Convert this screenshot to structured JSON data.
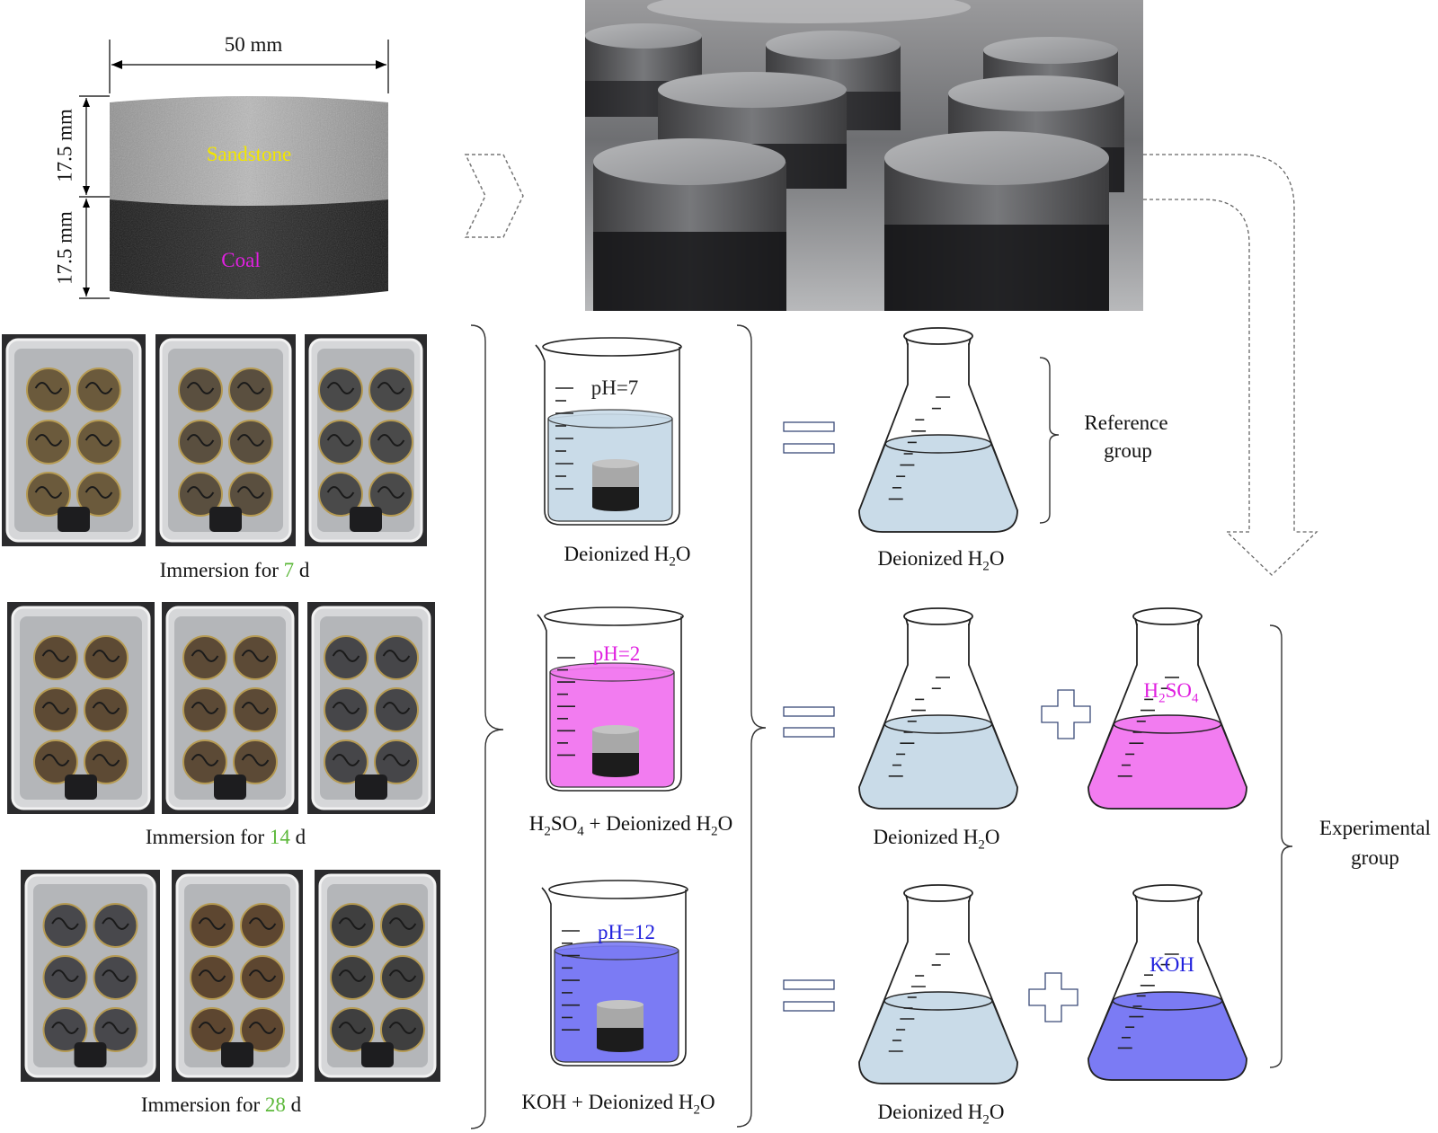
{
  "specimen": {
    "width_label": "50 mm",
    "top_height_label": "17.5 mm",
    "bottom_height_label": "17.5 mm",
    "top_layer": "Sandstone",
    "bottom_layer": "Coal",
    "sandstone_label_color": "#f2e600",
    "coal_label_color": "#e020e0"
  },
  "immersion": [
    {
      "prefix": "Immersion for ",
      "days": "7",
      "suffix": " d"
    },
    {
      "prefix": "Immersion for ",
      "days": "14",
      "suffix": " d"
    },
    {
      "prefix": "Immersion for ",
      "days": "28",
      "suffix": " d"
    }
  ],
  "beakers": [
    {
      "ph": "pH=7",
      "ph_color": "#222222",
      "liquid": "#c9dbe8",
      "caption": "Deionized H2O"
    },
    {
      "ph": "pH=2",
      "ph_color": "#e020e0",
      "liquid": "#f27cf0",
      "caption": "H2SO4 + Deionized H2O"
    },
    {
      "ph": "pH=12",
      "ph_color": "#2222dd",
      "liquid": "#7b7bf4",
      "caption": "KOH + Deionized H2O"
    }
  ],
  "flasks": {
    "water_caption": "Deionized H2O",
    "acid_label": "H2SO4",
    "base_label": "KOH",
    "water_color": "#c9dbe8",
    "acid_color": "#f27cf0",
    "base_color": "#7b7bf4"
  },
  "groups": {
    "reference_line1": "Reference",
    "reference_line2": "group",
    "experimental_line1": "Experimental",
    "experimental_line2": "group"
  }
}
